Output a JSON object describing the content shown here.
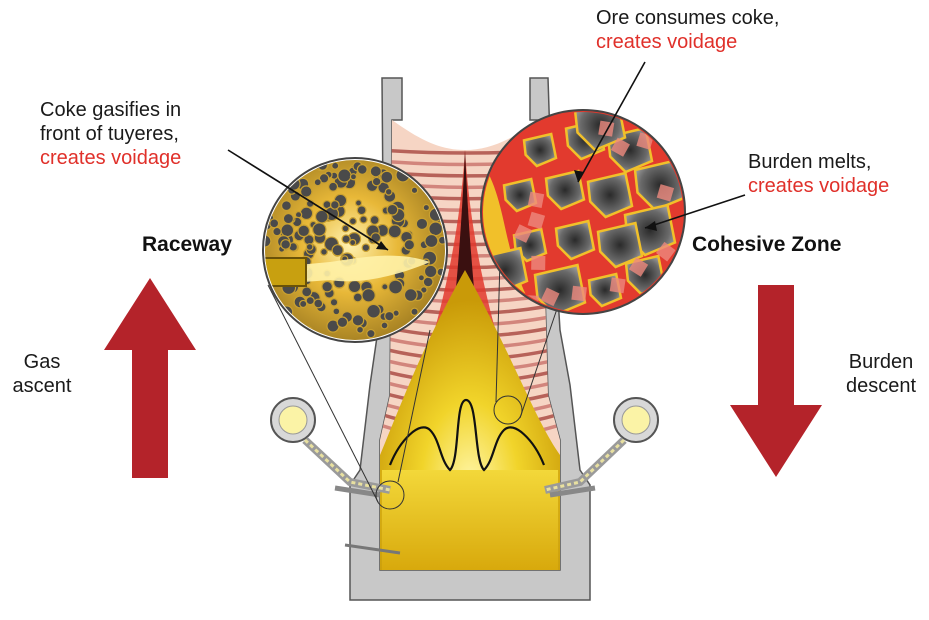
{
  "labels": {
    "ore": {
      "line1": "Ore consumes coke,",
      "line2": "creates voidage"
    },
    "coke": {
      "line1": "Coke gasifies in",
      "line2": "front of tuyeres,",
      "line3": "creates voidage"
    },
    "burden_melts": {
      "line1": "Burden melts,",
      "line2": "creates voidage"
    },
    "raceway": "Raceway",
    "cohesive_zone": "Cohesive Zone",
    "gas_ascent": {
      "line1": "Gas",
      "line2": "ascent"
    },
    "burden_descent": {
      "line1": "Burden",
      "line2": "descent"
    }
  },
  "colors": {
    "highlight_text": "#e0302a",
    "arrow": "#b4232a",
    "furnace_wall": "#c8c8c8",
    "hot_core": "#e9c20a",
    "cohesive_red": "#e23a2e",
    "ore_particle": "#7a7a7a",
    "coke_particle": "#4a4a4a"
  },
  "icons": {
    "gas_ascent_arrow": "arrow-up-icon",
    "burden_descent_arrow": "arrow-down-icon",
    "tuyere_left": "tuyere-icon",
    "tuyere_right": "tuyere-icon"
  }
}
